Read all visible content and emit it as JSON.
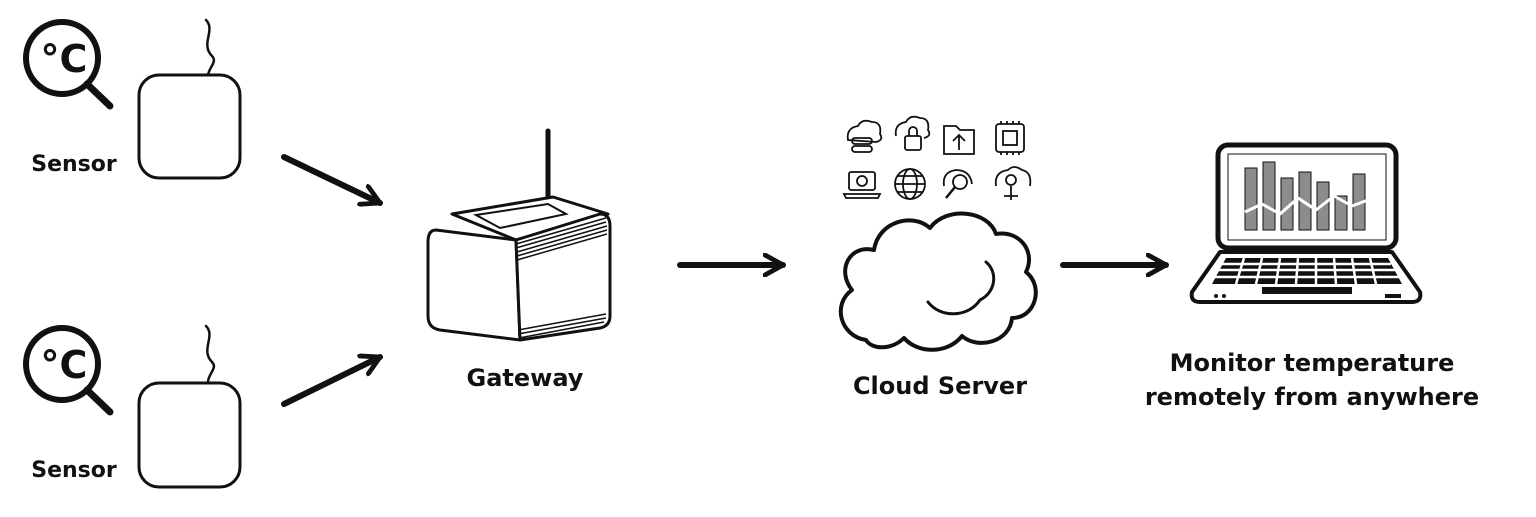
{
  "diagram": {
    "sensors": [
      {
        "label": "Sensor",
        "unit_symbol": "°C"
      },
      {
        "label": "Sensor",
        "unit_symbol": "°C"
      }
    ],
    "gateway": {
      "label": "Gateway"
    },
    "cloud": {
      "label": "Cloud Server",
      "service_icons": [
        "cloud-database-icon",
        "cloud-lock-icon",
        "folder-upload-icon",
        "chip-icon",
        "laptop-sync-icon",
        "globe-icon",
        "search-icon",
        "cloud-gear-icon"
      ]
    },
    "monitor": {
      "label_line1": "Monitor temperature",
      "label_line2": "remotely from anywhere"
    }
  },
  "colors": {
    "stroke": "#111111",
    "bar_fill": "#8c8c8c",
    "background": "#ffffff"
  }
}
